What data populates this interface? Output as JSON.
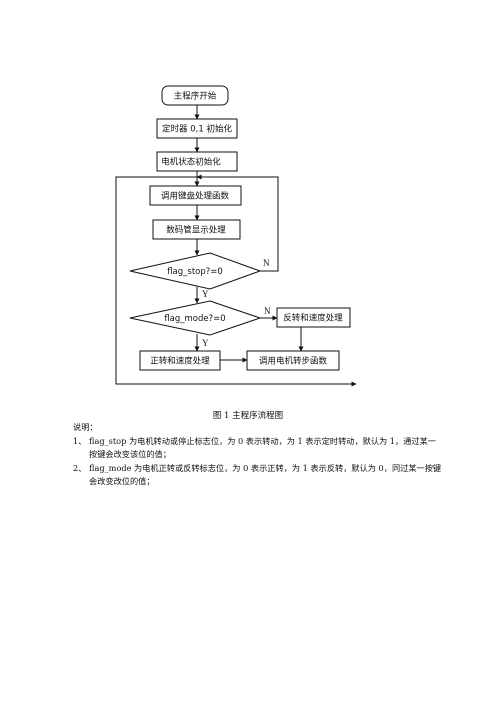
{
  "flowchart": {
    "start": "主程序开始",
    "timer_init": "定时器 0,1 初始化",
    "motor_init": "电机状态初始化",
    "call_keyboard": "调用键盘处理函数",
    "display": "数码管显示处理",
    "decision_stop": "flag_stop?=0",
    "decision_mode": "flag_mode?=0",
    "reverse_speed": "反转和速度处理",
    "forward_speed": "正转和速度处理",
    "call_motor": "调用电机转步函数",
    "label_n1": "N",
    "label_y1": "Y",
    "label_n2": "N",
    "label_y2": "Y"
  },
  "caption": "图 1  主程序流程图",
  "notes": {
    "title": "说明：",
    "items": [
      {
        "num": "1、",
        "text": "flag_stop 为电机转动或停止标志位，为 0 表示转动，为 1 表示定时转动，默认为 1，通过某一按键会改变该位的值；"
      },
      {
        "num": "2、",
        "text": "flag_mode 为电机正转或反转标志位，为 0 表示正转，为 1 表示反转，默认为 0，同过某一按键会改变改位的值；"
      }
    ]
  }
}
